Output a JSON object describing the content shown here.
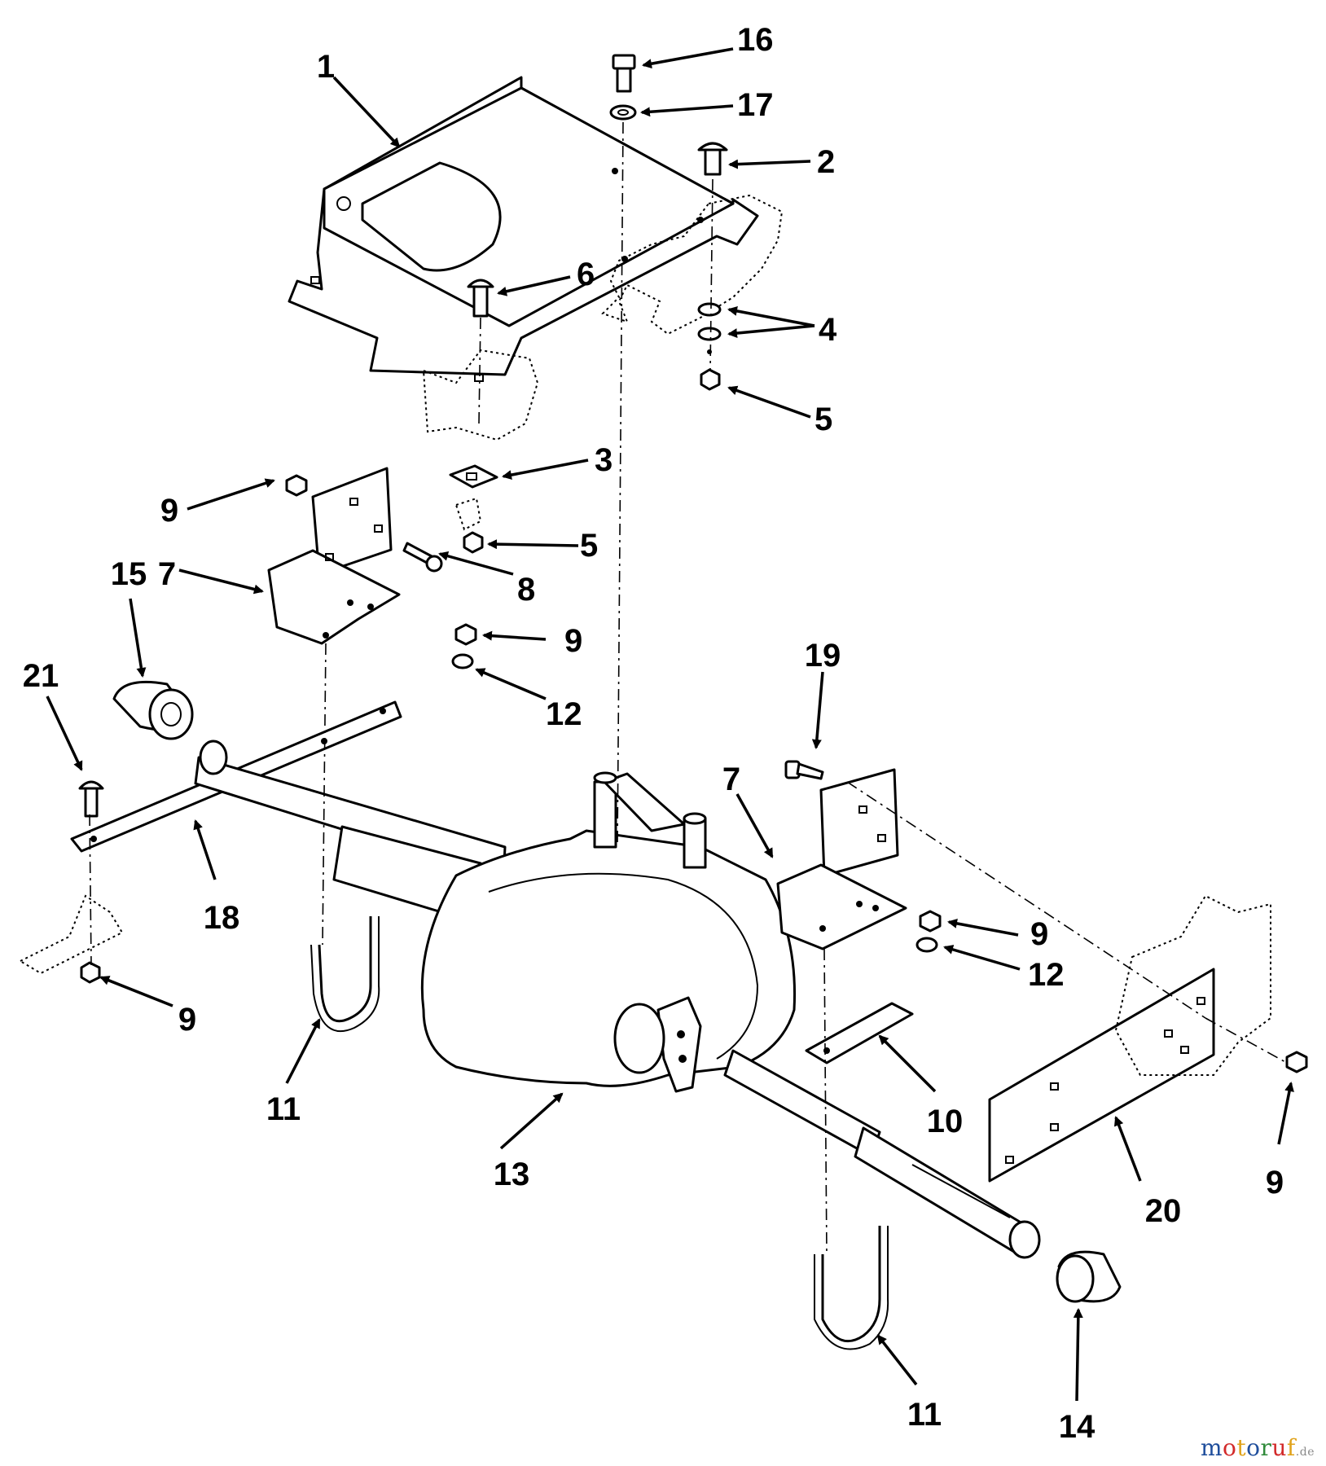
{
  "diagram": {
    "callouts": [
      {
        "id": "c1",
        "text": "1"
      },
      {
        "id": "c16",
        "text": "16"
      },
      {
        "id": "c17",
        "text": "17"
      },
      {
        "id": "c2",
        "text": "2"
      },
      {
        "id": "c6",
        "text": "6"
      },
      {
        "id": "c4",
        "text": "4"
      },
      {
        "id": "c5a",
        "text": "5"
      },
      {
        "id": "c3",
        "text": "3"
      },
      {
        "id": "c5b",
        "text": "5"
      },
      {
        "id": "c9a",
        "text": "9"
      },
      {
        "id": "c7a",
        "text": "7"
      },
      {
        "id": "c15",
        "text": "15"
      },
      {
        "id": "c8",
        "text": "8"
      },
      {
        "id": "c9b",
        "text": "9"
      },
      {
        "id": "c12a",
        "text": "12"
      },
      {
        "id": "c21",
        "text": "21"
      },
      {
        "id": "c19",
        "text": "19"
      },
      {
        "id": "c7b",
        "text": "7"
      },
      {
        "id": "c18",
        "text": "18"
      },
      {
        "id": "c9c",
        "text": "9"
      },
      {
        "id": "c12b",
        "text": "12"
      },
      {
        "id": "c9d",
        "text": "9"
      },
      {
        "id": "c11a",
        "text": "11"
      },
      {
        "id": "c10",
        "text": "10"
      },
      {
        "id": "c13",
        "text": "13"
      },
      {
        "id": "c20",
        "text": "20"
      },
      {
        "id": "c9e",
        "text": "9"
      },
      {
        "id": "c11b",
        "text": "11"
      },
      {
        "id": "c14",
        "text": "14"
      }
    ]
  },
  "watermark": {
    "parts": [
      {
        "text": "m",
        "color": "#1f4e9c"
      },
      {
        "text": "o",
        "color": "#d22a2a"
      },
      {
        "text": "t",
        "color": "#e0a21a"
      },
      {
        "text": "o",
        "color": "#1f4e9c"
      },
      {
        "text": "r",
        "color": "#2f8a3a"
      },
      {
        "text": "u",
        "color": "#d22a2a"
      },
      {
        "text": "f",
        "color": "#e0a21a"
      }
    ],
    "tld": ".de"
  }
}
